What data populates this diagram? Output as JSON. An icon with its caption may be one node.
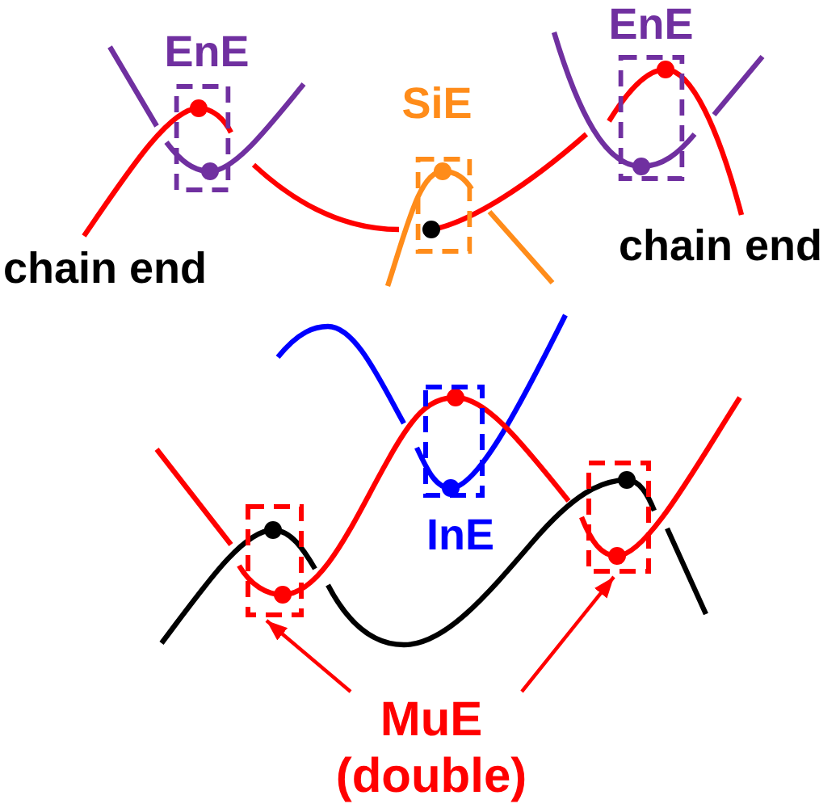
{
  "diagram": {
    "nodes": [
      {
        "text": [
          "EnE"
        ]
      },
      {
        "text": [
          "SiE"
        ]
      },
      {
        "text": [
          "EnE"
        ]
      },
      {
        "text": [
          "InE"
        ]
      },
      {
        "text": [],
        "shape": "box"
      },
      {
        "text": [],
        "shape": "box"
      },
      {
        "text": [
          "MuE (double)"
        ]
      }
    ],
    "edges": [
      {
        "from": 6,
        "to": 4,
        "arrow": "to"
      },
      {
        "from": 6,
        "to": 5,
        "arrow": "to"
      }
    ],
    "labels": [
      "chain end",
      "chain end"
    ]
  }
}
